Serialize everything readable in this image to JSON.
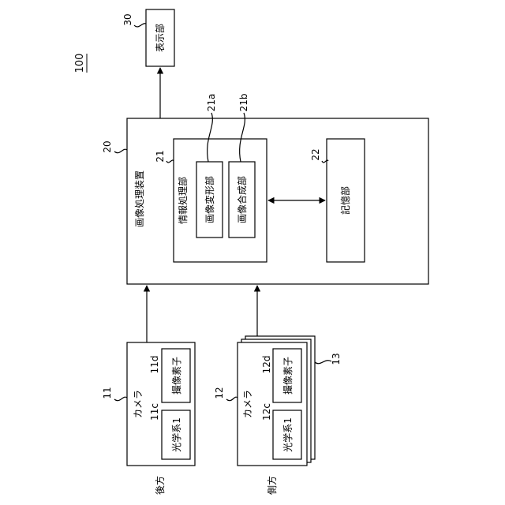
{
  "figure_ref": "100",
  "display_unit": {
    "ref": "30",
    "label": "表示部"
  },
  "image_processing_device": {
    "ref": "20",
    "label": "画像処理装置",
    "info_processing": {
      "ref": "21",
      "label": "情報処理部",
      "transform": {
        "ref": "21a",
        "label": "画像変形部"
      },
      "compose": {
        "ref": "21b",
        "label": "画像合成部"
      }
    },
    "storage": {
      "ref": "22",
      "label": "記憶部"
    }
  },
  "rear_camera": {
    "ref": "11",
    "label": "カメラ",
    "optical": {
      "ref": "11c",
      "label": "光学系1"
    },
    "sensor": {
      "ref": "11d",
      "label": "撮像素子"
    },
    "position": "後方"
  },
  "side_camera": {
    "ref": "12",
    "label": "カメラ",
    "optical": {
      "ref": "12c",
      "label": "光学系1"
    },
    "sensor": {
      "ref": "12d",
      "label": "撮像素子"
    },
    "stack_ref": "13",
    "position": "側方"
  }
}
